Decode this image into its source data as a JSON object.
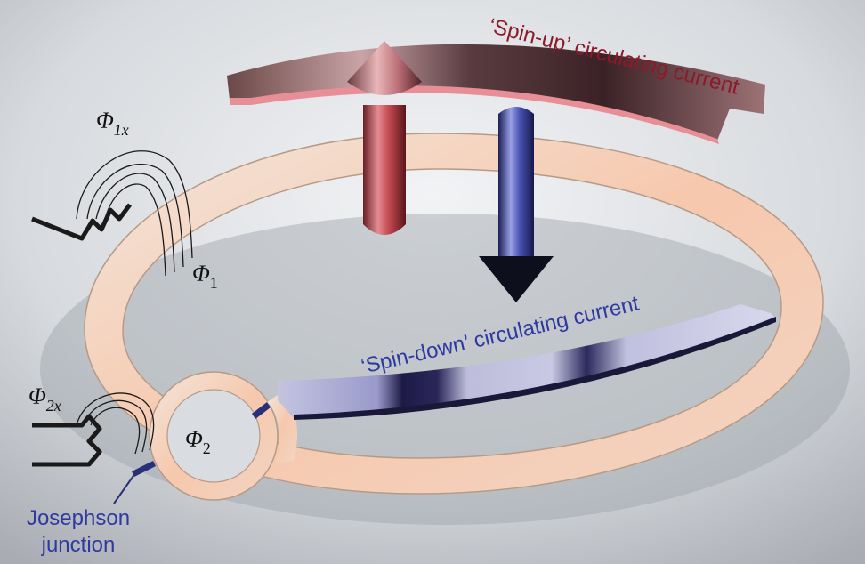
{
  "labels": {
    "spin_up": "‘Spin-up’ circulating current",
    "spin_down": "‘Spin-down’ circulating current",
    "phi1x": {
      "sym": "Φ",
      "sub": "1x"
    },
    "phi1": {
      "sym": "Φ",
      "sub": "1"
    },
    "phi2x": {
      "sym": "Φ",
      "sub": "2x"
    },
    "phi2": {
      "sym": "Φ",
      "sub": "2"
    },
    "junction_line1": "Josephson",
    "junction_line2": "junction"
  },
  "colors": {
    "spin_up_text": "#8b1a2a",
    "spin_down_text": "#2e3aa0",
    "ring": "#f5c9ad",
    "junction": "#2a2f7a",
    "up_arrow": "#c8525a",
    "down_arrow": "#4a4ea8"
  }
}
